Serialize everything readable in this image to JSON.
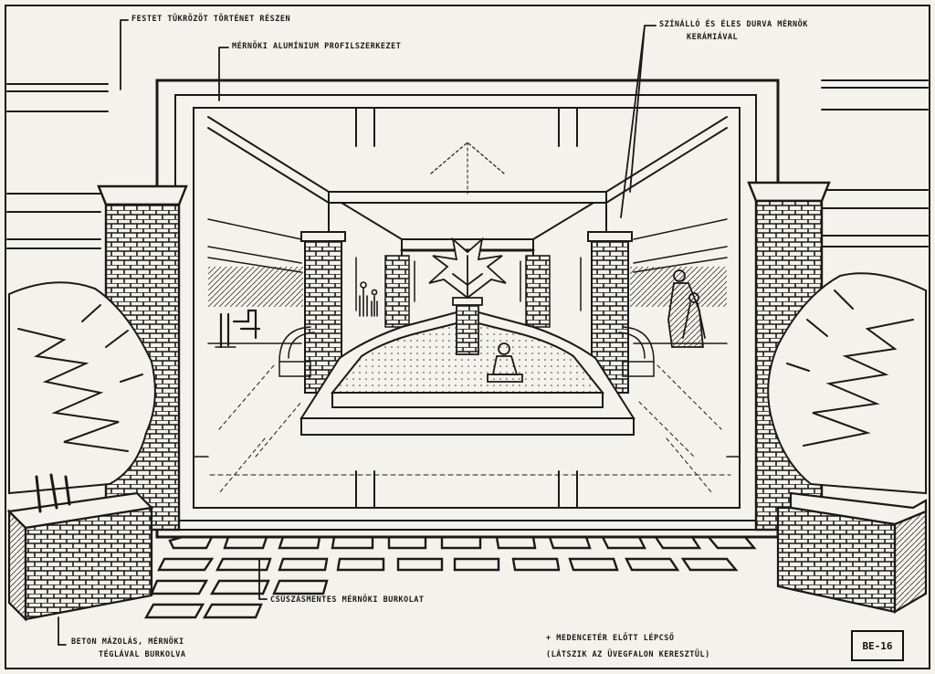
{
  "annotations": {
    "top_left_1": "FESTET TÜKRÖZÖT TÖRTÉNET RÉSZEN",
    "top_left_2": "MÉRNÖKI ALUMÍNIUM PROFILSZERKEZET",
    "top_right_1": "SZÍNÁLLÓ ÉS ÉLES DURVA MÉRNÖK",
    "top_right_2": "KERÁMIÁVAL",
    "bottom_center": "CSÚSZÁSMENTES MÉRNÖKI BURKOLAT",
    "bottom_left_1": "BETON MÁZOLÁS, MÉRNÖKI",
    "bottom_left_2": "TÉGLÁVAL BURKOLVA",
    "bottom_right_1": "+ MEDENCETÉR ELŐTT LÉPCSŐ",
    "bottom_right_2": "(LÁTSZIK AZ ÜVEGFALON KERESZTÜL)"
  },
  "drawing_code": "BE-16",
  "colors": {
    "ink": "#1a1a1a",
    "paper": "#f4f2ec"
  }
}
